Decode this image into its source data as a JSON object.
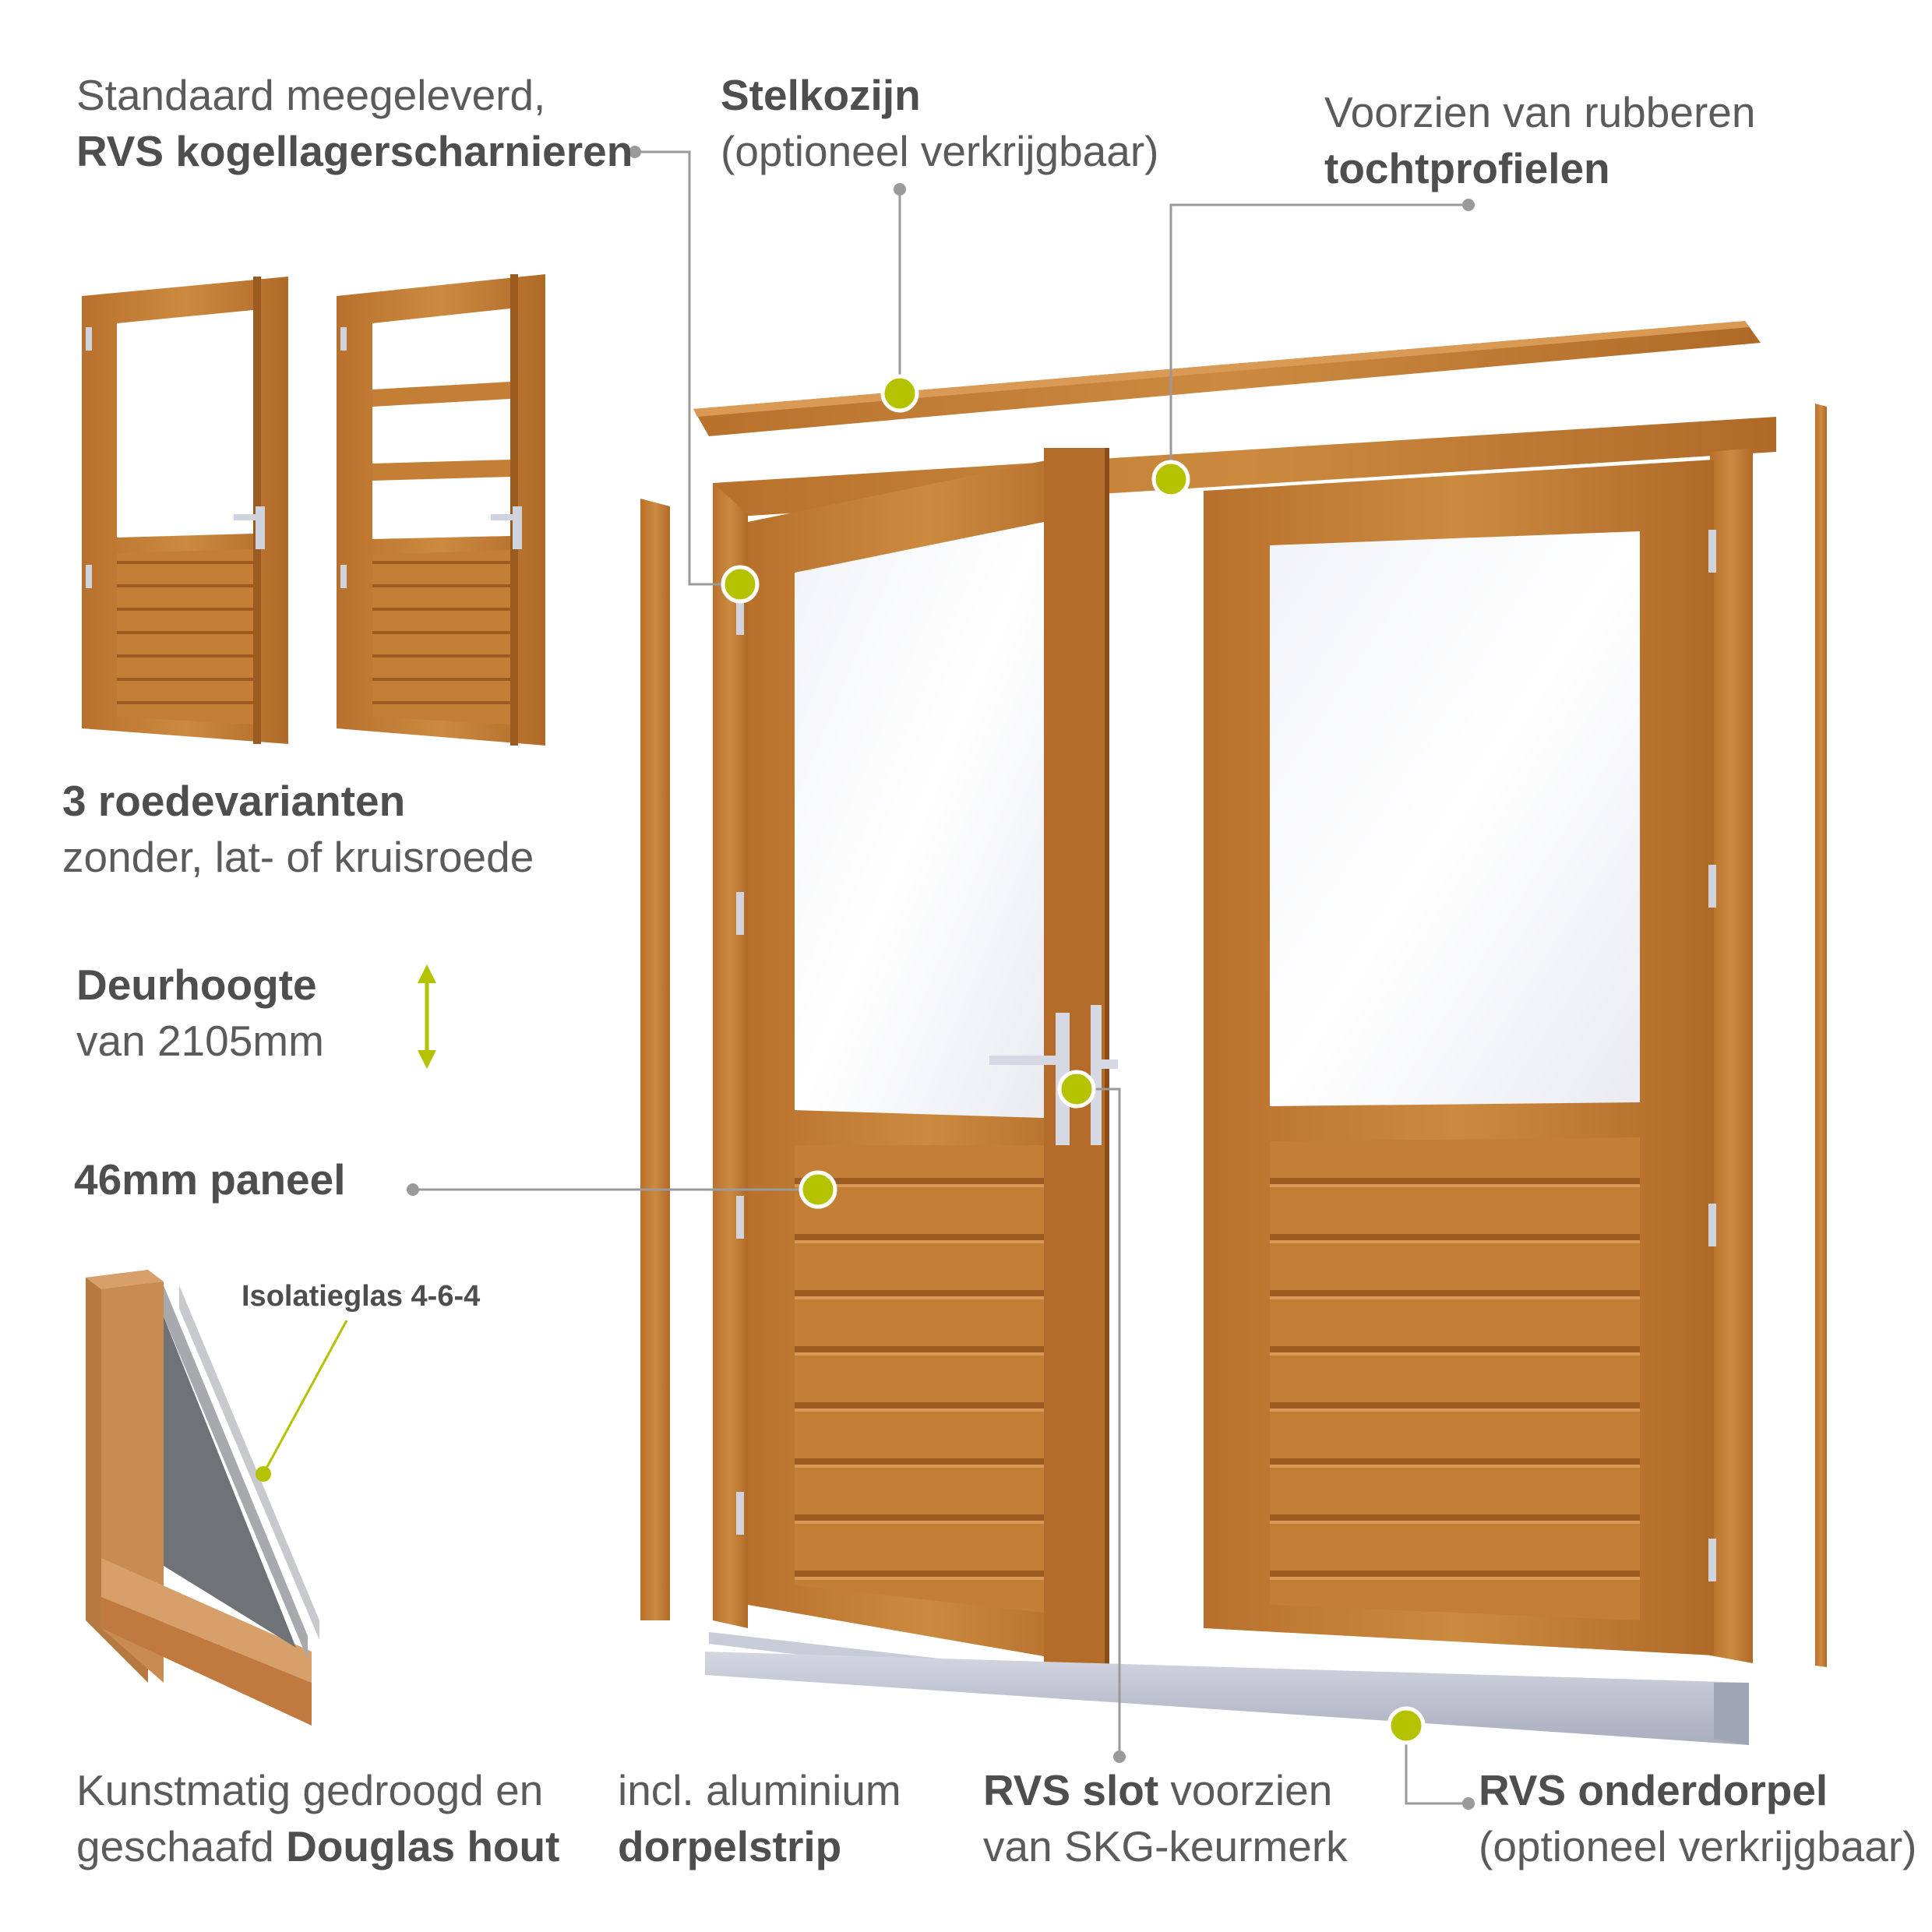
{
  "labels": {
    "hinges": {
      "line1": "Standaard meegeleverd,",
      "line2": "RVS kogellagerscharnieren"
    },
    "frame": {
      "title": "Stelkozijn",
      "sub": "(optioneel verkrijgbaar)"
    },
    "draught": {
      "line1": "Voorzien van rubberen",
      "line2": "tochtprofielen"
    },
    "variants": {
      "title": "3 roedevarianten",
      "sub": "zonder, lat- of kruisroede"
    },
    "height": {
      "title": "Deurhoogte",
      "sub": "van 2105mm"
    },
    "panel": {
      "title": "46mm paneel"
    },
    "glass": {
      "title": "Isolatieglas 4-6-4"
    },
    "wood": {
      "line1": "Kunstmatig gedroogd en",
      "line2_prefix": "geschaafd ",
      "line2_bold": "Douglas hout"
    },
    "strip": {
      "line1": "incl. aluminium",
      "line2": "dorpelstrip"
    },
    "lock": {
      "bold": "RVS slot",
      "rest": " voorzien",
      "line2": "van SKG-keurmerk"
    },
    "sill": {
      "title": "RVS onderdorpel",
      "sub": "(optioneel verkrijgbaar)"
    }
  },
  "colors": {
    "wood": "#c07a32",
    "wood_dark": "#9a5a20",
    "accent": "#b5c200",
    "leader": "#9a9a9a",
    "text": "#5b5b5b",
    "metal": "#c4c8d6"
  }
}
